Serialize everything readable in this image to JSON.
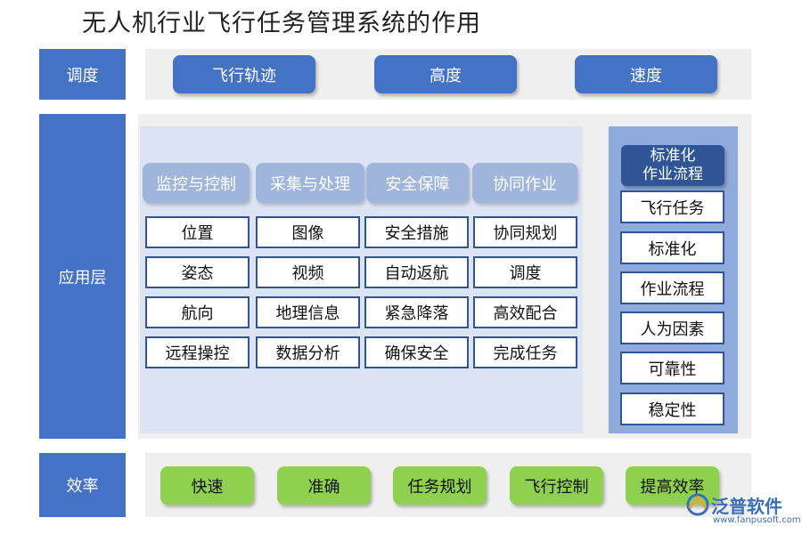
{
  "title": "无人机行业飞行任务管理系统的作用",
  "layers": {
    "dispatch": {
      "label": "调度",
      "items": [
        "飞行轨迹",
        "高度",
        "速度"
      ]
    },
    "application": {
      "label": "应用层",
      "categories": [
        {
          "title": "监控与控制",
          "items": [
            "位置",
            "姿态",
            "航向",
            "远程操控"
          ]
        },
        {
          "title": "采集与处理",
          "items": [
            "图像",
            "视频",
            "地理信息",
            "数据分析"
          ]
        },
        {
          "title": "安全保障",
          "items": [
            "安全措施",
            "自动返航",
            "紧急降落",
            "确保安全"
          ]
        },
        {
          "title": "协同作业",
          "items": [
            "协同规划",
            "调度",
            "高效配合",
            "完成任务"
          ]
        }
      ],
      "standard": {
        "title_line1": "标准化",
        "title_line2": "作业流程",
        "items": [
          "飞行任务",
          "标准化",
          "作业流程",
          "人为因素",
          "可靠性",
          "稳定性"
        ]
      }
    },
    "efficiency": {
      "label": "效率",
      "items": [
        "快速",
        "准确",
        "任务规划",
        "飞行控制",
        "提高效率"
      ]
    }
  },
  "logo": {
    "name": "泛普软件",
    "url": "www.fanpusoft.com"
  },
  "colors": {
    "primary": "#4472c4",
    "dark": "#2f5597",
    "green": "#8fd14f",
    "light_panel": "#dce4f3",
    "std_panel": "#8faadc"
  }
}
